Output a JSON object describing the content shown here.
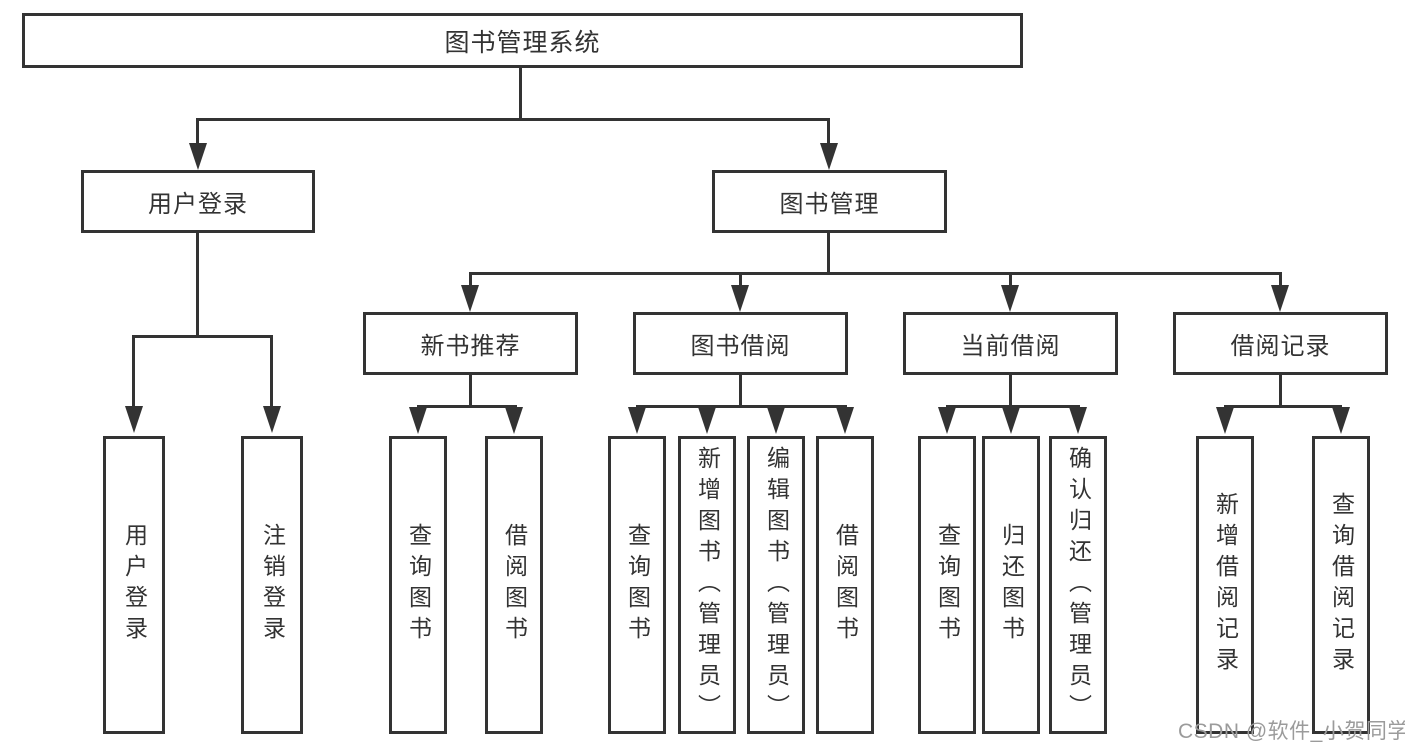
{
  "diagram": {
    "root": {
      "label": "图书管理系统"
    },
    "level2": [
      {
        "label": "用户登录"
      },
      {
        "label": "图书管理"
      }
    ],
    "level3": [
      {
        "label": "新书推荐"
      },
      {
        "label": "图书借阅"
      },
      {
        "label": "当前借阅"
      },
      {
        "label": "借阅记录"
      }
    ],
    "leaves": {
      "login": [
        {
          "label": "用户登录"
        },
        {
          "label": "注销登录"
        }
      ],
      "new_book": [
        {
          "label": "查询图书"
        },
        {
          "label": "借阅图书"
        }
      ],
      "book_borrow": [
        {
          "label": "查询图书"
        },
        {
          "label": "新增图书（管理员）"
        },
        {
          "label": "编辑图书（管理员）"
        },
        {
          "label": "借阅图书"
        }
      ],
      "current_borrow": [
        {
          "label": "查询图书"
        },
        {
          "label": "归还图书"
        },
        {
          "label": "确认归还（管理员）"
        }
      ],
      "borrow_records": [
        {
          "label": "新增借阅记录"
        },
        {
          "label": "查询借阅记录"
        }
      ]
    },
    "watermark": "CSDN @软件_小贺同学",
    "colors": {
      "line": "#333333",
      "text": "#333333",
      "box_background": "#ffffff",
      "page_background": "#ffffff",
      "watermark": "#9b9b9b"
    }
  }
}
